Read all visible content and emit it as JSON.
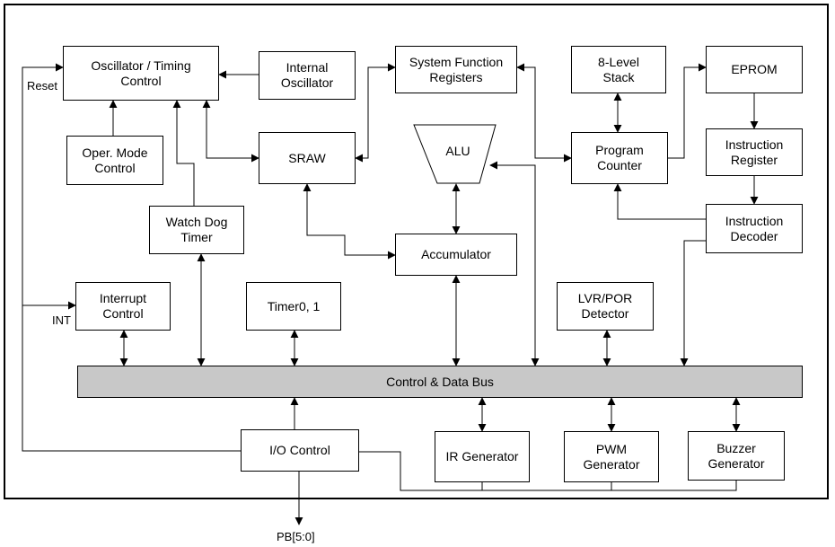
{
  "blocks": {
    "osc_timing": "Oscillator / Timing\nControl",
    "internal_osc": "Internal\nOscillator",
    "sys_func_regs": "System Function\nRegisters",
    "stack": "8-Level\nStack",
    "eprom": "EPROM",
    "oper_mode": "Oper. Mode\nControl",
    "sraw": "SRAW",
    "alu": "ALU",
    "program_counter": "Program\nCounter",
    "instr_register": "Instruction\nRegister",
    "watchdog": "Watch Dog\nTimer",
    "accumulator": "Accumulator",
    "instr_decoder": "Instruction\nDecoder",
    "interrupt": "Interrupt\nControl",
    "timer": "Timer0, 1",
    "lvr_por": "LVR/POR\nDetector",
    "bus": "Control & Data Bus",
    "io_control": "I/O Control",
    "ir_gen": "IR Generator",
    "pwm_gen": "PWM\nGenerator",
    "buzzer_gen": "Buzzer\nGenerator"
  },
  "labels": {
    "reset": "Reset",
    "int": "INT",
    "pb": "PB[5:0]"
  }
}
